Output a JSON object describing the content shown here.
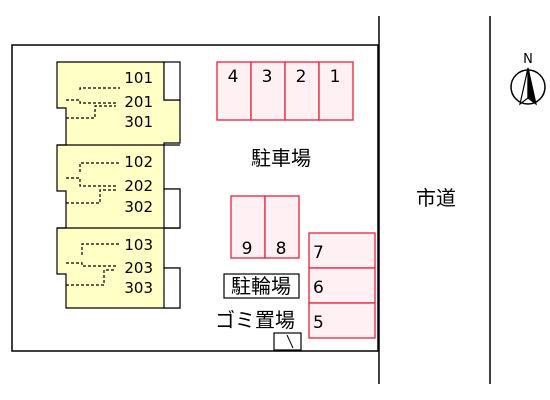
{
  "site_plan": {
    "parking_label": "駐車場",
    "bicycle_parking_label": "駐輪場",
    "garbage_label": "ゴミ置場",
    "road_label": "市道",
    "north_label": "N"
  },
  "building": {
    "units": [
      [
        "101",
        "201",
        "301"
      ],
      [
        "102",
        "202",
        "302"
      ],
      [
        "103",
        "203",
        "303"
      ]
    ]
  },
  "parking_spaces": {
    "top_row": [
      "4",
      "3",
      "2",
      "1"
    ],
    "middle_row": [
      "9",
      "8"
    ],
    "right_column": [
      "7",
      "6",
      "5"
    ]
  },
  "colors": {
    "building_fill": "#ffffc6",
    "parking_stroke": "#e8304a",
    "parking_fill": "#fff0f3"
  }
}
